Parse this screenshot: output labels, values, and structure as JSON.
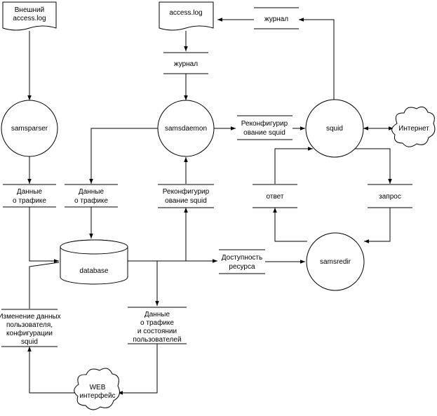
{
  "processes": {
    "samsparser": "samsparser",
    "samsdaemon": "samsdaemon",
    "squid": "squid",
    "samsredir": "samsredir"
  },
  "documents": {
    "external_log_line1": "Внешний",
    "external_log_line2": "access.log",
    "access_log": "access.log"
  },
  "database": "database",
  "clouds": {
    "internet": "Интернет",
    "web_line1": "WEB",
    "web_line2": "интерфейс"
  },
  "stores": {
    "journal_top": "журнал",
    "journal_mid": "журнал",
    "reconfig_top_line1": "Реконфигурир",
    "reconfig_top_line2": "ование squid",
    "reconfig_mid_line1": "Реконфигурир",
    "reconfig_mid_line2": "ование squid",
    "data_left_line1": "Данные",
    "data_left_line2": "о трафике",
    "data_center_line1": "Данные",
    "data_center_line2": "о трафике",
    "response": "ответ",
    "request": "запрос",
    "availability_line1": "Доступность",
    "availability_line2": "ресурса",
    "userchange_line1": "Изменение данных",
    "userchange_line2": "пользователя,",
    "userchange_line3": "конфигурации",
    "userchange_line4": "squid",
    "trafficstate_line1": "Данные",
    "trafficstate_line2": "о трафике",
    "trafficstate_line3": "и состоянии",
    "trafficstate_line4": "пользователей"
  }
}
